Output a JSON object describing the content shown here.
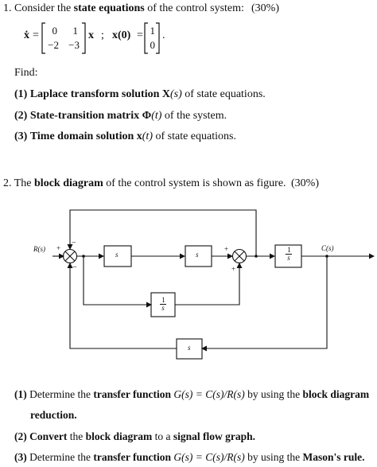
{
  "q1": {
    "number": "1.",
    "intro_pre": "Consider the",
    "intro_bold": "state equations",
    "intro_post": "of the control system:",
    "weight": "(30%)",
    "xdot": "ẋ",
    "eq": "=",
    "A": [
      [
        "0",
        "1"
      ],
      [
        "−2",
        "−3"
      ]
    ],
    "x_after": "x",
    "sep": ";",
    "x0": "x(0)",
    "x0_eq": "=",
    "x0_vec": [
      "1",
      "0"
    ],
    "x0_dot": ".",
    "find_label": "Find:",
    "items": [
      {
        "num": "(1)",
        "bold": "Laplace transform solution",
        "sym": "X",
        "arg": "(s)",
        "rest": "of state equations."
      },
      {
        "num": "(2)",
        "bold": "State-transition matrix",
        "sym": "Φ",
        "arg": "(t)",
        "rest": "of the system."
      },
      {
        "num": "(3)",
        "bold": "Time domain solution",
        "sym": "x",
        "arg": "(t)",
        "rest": "of state equations."
      }
    ]
  },
  "q2": {
    "number": "2.",
    "intro_pre": "The",
    "intro_bold": "block diagram",
    "intro_post": "of the control system is shown as figure.",
    "weight": "(30%)",
    "diagram": {
      "input": "R(s)",
      "output": "C(s)",
      "block_s1": "s",
      "block_s2": "s",
      "block_1s_num": "1",
      "block_1s_den": "s",
      "block_mid_num": "1",
      "block_mid_den": "s",
      "block_bottom": "s",
      "sign_plus_in": "+",
      "sign_minus_top": "−",
      "sign_minus_bottom": "−",
      "sign_plus_left": "+",
      "sign_plus_bottom": "+"
    },
    "items": [
      {
        "num": "(1)",
        "pre": "Determine the",
        "bold": "transfer function",
        "formula": "G(s) = C(s)/R(s)",
        "mid": "by using the",
        "bold2": "block diagram",
        "cont": "reduction."
      },
      {
        "num": "(2)",
        "bold": "Convert",
        "mid": "the",
        "bold2": "block diagram",
        "mid2": "to a",
        "bold3": "signal flow graph."
      },
      {
        "num": "(3)",
        "pre": "Determine the",
        "bold": "transfer function",
        "formula": "G(s) = C(s)/R(s)",
        "mid": "by using the",
        "bold2": "Mason's rule."
      }
    ]
  }
}
